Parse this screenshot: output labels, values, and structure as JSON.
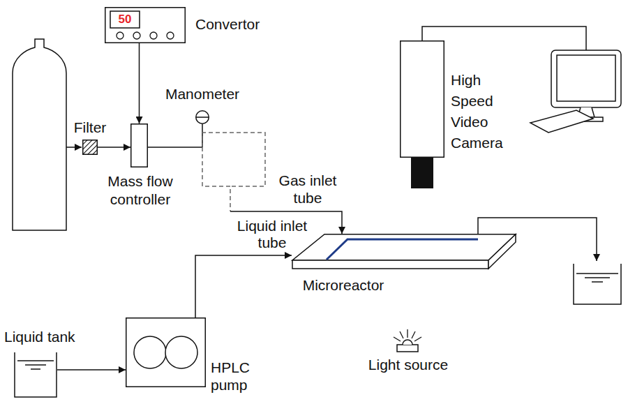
{
  "diagram": {
    "nodes": [
      {
        "text": [
          "50",
          "Convertor"
        ]
      },
      {
        "text": [
          "Manometer"
        ]
      },
      {
        "text": [
          "High Speed Video Camera"
        ]
      },
      {
        "text": [
          "Filter"
        ]
      },
      {
        "text": [
          "Mass flow controller"
        ]
      },
      {
        "text": [
          "Microreactor"
        ]
      },
      {
        "text": [
          "Liquid tank"
        ]
      },
      {
        "text": [
          "HPLC pump"
        ]
      },
      {
        "text": [
          "Light source"
        ]
      }
    ],
    "edges": [
      {
        "from": 3,
        "to": 4,
        "arrow": "to"
      },
      {
        "from": 0,
        "to": 4,
        "arrow": "to"
      },
      {
        "from": 4,
        "to": 5,
        "arrow": "to"
      },
      {
        "from": 6,
        "to": 7,
        "arrow": "to"
      },
      {
        "from": 7,
        "to": 5,
        "arrow": "to"
      }
    ],
    "labels": [
      "Gas inlet tube",
      "Liquid inlet tube"
    ]
  }
}
